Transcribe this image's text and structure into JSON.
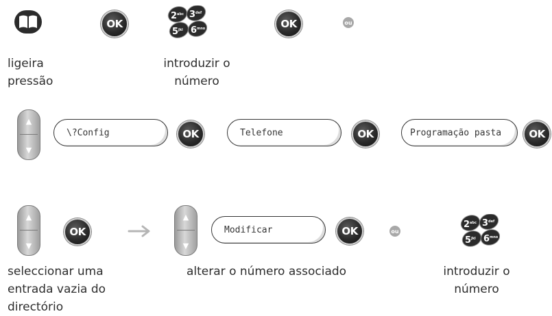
{
  "row1": {
    "ok1": "OK",
    "ok2": "OK",
    "ou": "ou",
    "caption_left_line1": "ligeira",
    "caption_left_line2": "pressão",
    "caption_mid_line1": "introduzir o",
    "caption_mid_line2": "número"
  },
  "row2": {
    "pill1": "\\?Config",
    "pill2": "Telefone",
    "pill3": "Programação pasta",
    "ok": "OK"
  },
  "row3": {
    "ok": "OK",
    "pill": "Modificar",
    "ou": "ou",
    "caption_left_line1": "seleccionar uma",
    "caption_left_line2": "entrada vazia do",
    "caption_left_line3": "directório",
    "caption_mid": "alterar o número associado",
    "caption_right_line1": "introduzir o",
    "caption_right_line2": "número"
  },
  "keypad": {
    "keys": [
      "2",
      "abc",
      "3",
      "def",
      "5",
      "jkl",
      "6",
      "mno"
    ]
  },
  "icons": [
    "directory-book-icon",
    "up-arrow-icon",
    "down-arrow-icon",
    "right-arrow-icon"
  ]
}
